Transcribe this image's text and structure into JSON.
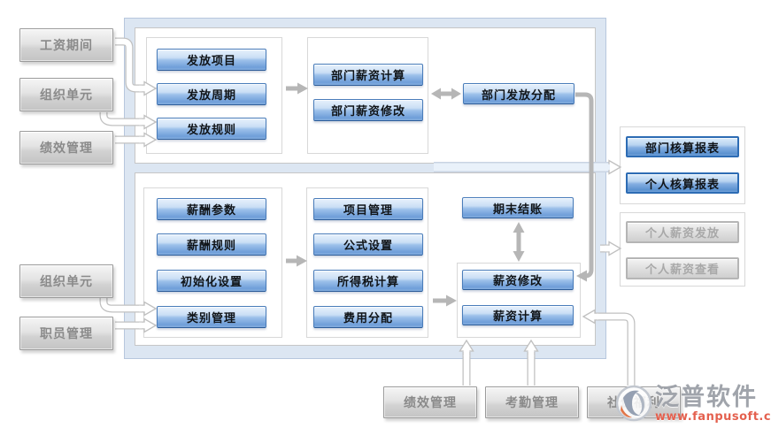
{
  "colors": {
    "container_bg": "#dce6f2",
    "node_blue_border": "#4a7dba",
    "report_blue_border": "#2d6cb4",
    "node_gray_text": "#8a8a8a",
    "arrow_gray": "#b6b6b6",
    "watermark_gray": "#a0a4ab",
    "watermark_red": "#e4604e"
  },
  "diagram": {
    "left_inputs": [
      "工资期间",
      "组织单元",
      "绩效管理",
      "组织单元",
      "职员管理"
    ],
    "top_panel": {
      "payout_group": [
        "发放项目",
        "发放周期",
        "发放规则"
      ],
      "dept_salary_group": [
        "部门薪资计算",
        "部门薪资修改"
      ],
      "dept_allocation": "部门发放分配"
    },
    "bottom_panel": {
      "salary_setup_group": [
        "薪酬参数",
        "薪酬规则",
        "初始化设置",
        "类别管理"
      ],
      "calc_setup_group": [
        "项目管理",
        "公式设置",
        "所得税计算",
        "费用分配"
      ],
      "period_end_closing": "期末结账",
      "salary_ops_group": [
        "薪资修改",
        "薪资计算"
      ]
    },
    "right_outputs": {
      "report_group": [
        "部门核算报表",
        "个人核算报表"
      ],
      "personal_group": [
        "个人薪资发放",
        "个人薪资查看"
      ]
    },
    "bottom_inputs": [
      "绩效管理",
      "考勤管理",
      "社保福利"
    ]
  },
  "watermark": {
    "brand": "泛普软件",
    "url": "www.fanpusoft.com"
  }
}
